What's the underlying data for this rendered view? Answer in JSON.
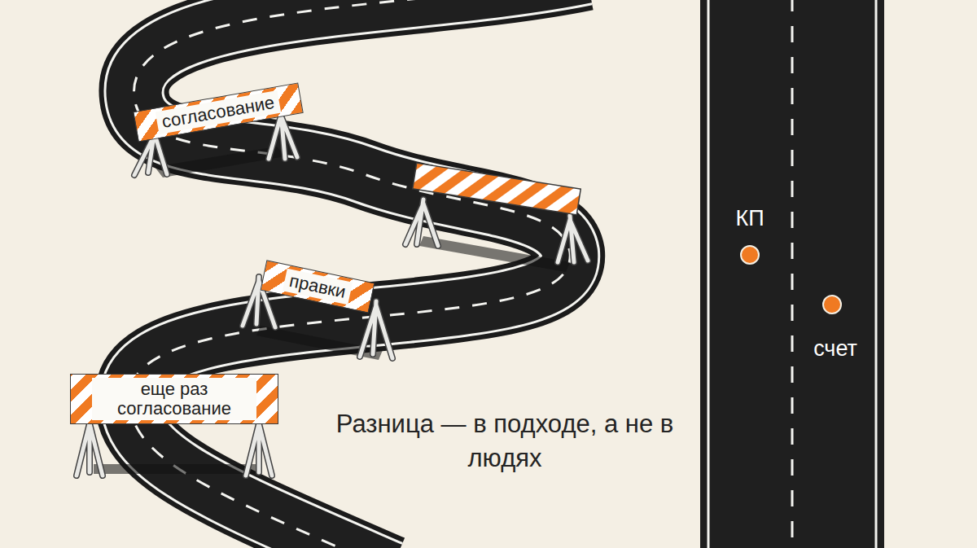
{
  "diagram": {
    "caption": "Разница — в подходе, а не в людях",
    "nodes": [
      {
        "text": [
          "согласование"
        ]
      },
      {
        "text": [
          "правки"
        ]
      },
      {
        "text": [
          "еще раз согласование"
        ]
      }
    ],
    "labels": [
      "КП",
      "счет"
    ]
  }
}
